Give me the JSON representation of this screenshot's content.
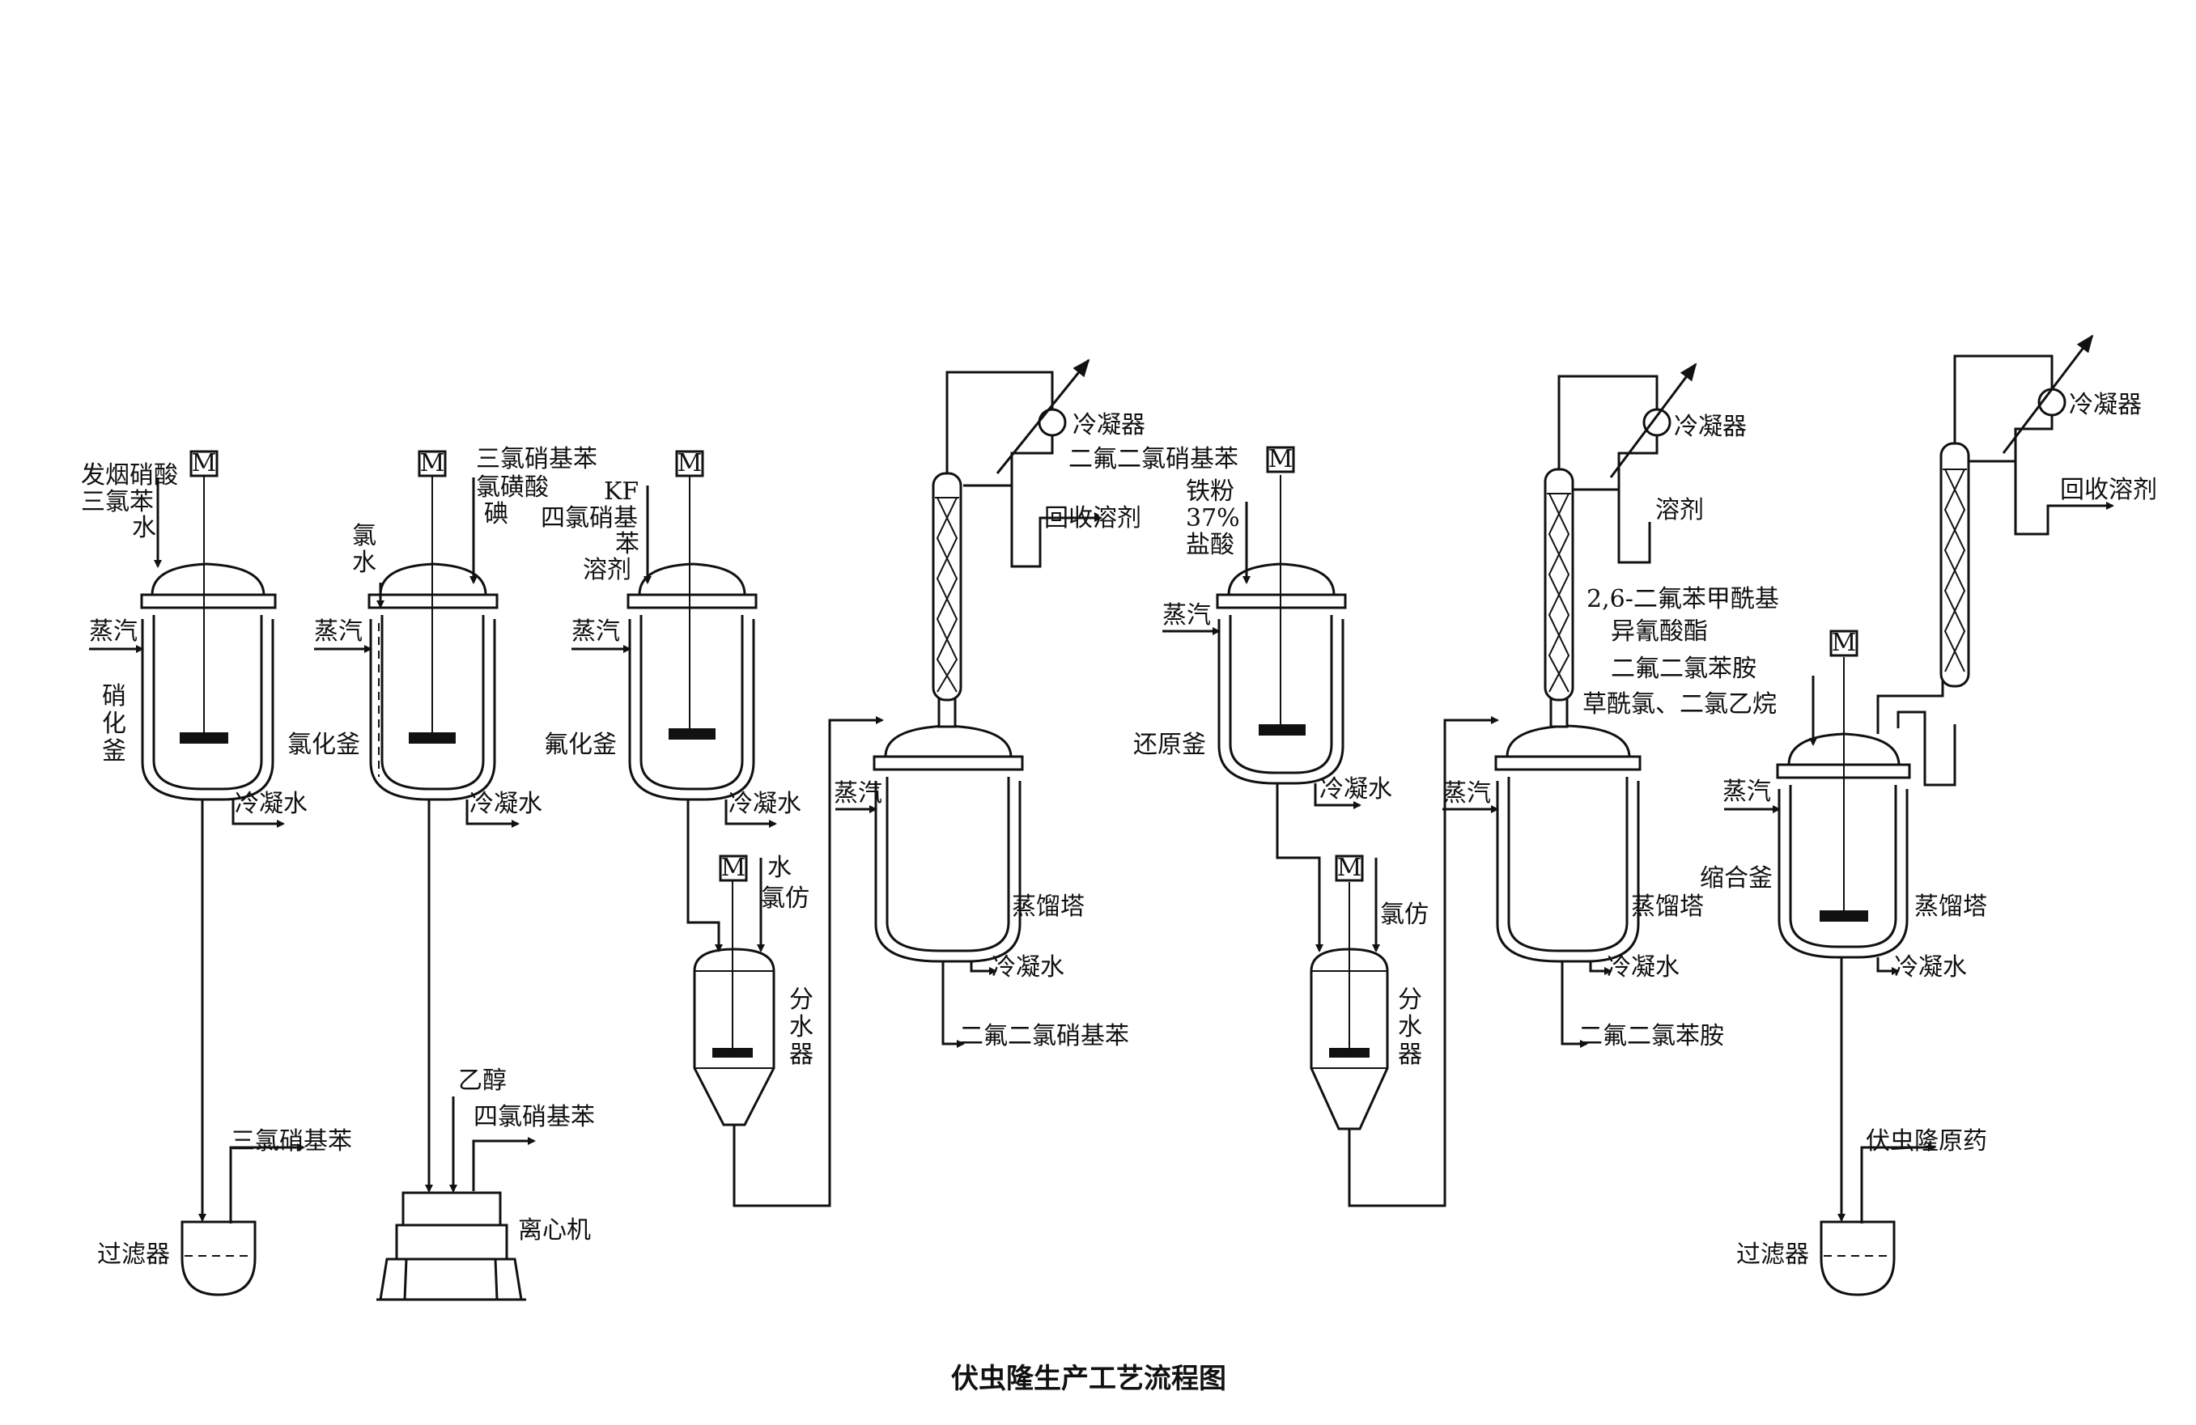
{
  "caption": "伏虫隆生产工艺流程图",
  "motor_label": "M",
  "r1": {
    "in_1": "发烟硝酸",
    "in_2": "三氯苯",
    "in_3": "水",
    "steam": "蒸汽",
    "name_1": "硝",
    "name_2": "化",
    "name_3": "釜",
    "cool": "冷凝水",
    "product": "三氯硝基苯",
    "filter": "过滤器"
  },
  "r2": {
    "in_1": "三氯硝基苯",
    "in_2": "氯磺酸",
    "in_3": "碘",
    "in_4": "氯",
    "in_5": "水",
    "steam": "蒸汽",
    "name": "氯化釜",
    "cool": "冷凝水",
    "in_6": "乙醇",
    "product": "四氯硝基苯",
    "centrifuge": "离心机"
  },
  "r3": {
    "in_1": "KF",
    "in_2": "四氯硝基",
    "in_3": "苯",
    "in_4": "溶剂",
    "steam": "蒸汽",
    "name": "氟化釜",
    "cool": "冷凝水"
  },
  "sep1": {
    "in_1": "水",
    "in_2": "氯仿",
    "name_1": "分",
    "name_2": "水",
    "name_3": "器"
  },
  "col1": {
    "condenser": "冷凝器",
    "recover": "回收溶剂",
    "steam": "蒸汽",
    "name": "蒸馏塔",
    "cool": "冷凝水",
    "product": "二氟二氯硝基苯"
  },
  "r4": {
    "in_1": "二氟二氯硝基苯",
    "in_2": "铁粉",
    "in_3": "37%",
    "in_4": "盐酸",
    "steam": "蒸汽",
    "name": "还原釜",
    "cool": "冷凝水"
  },
  "sep2": {
    "in_1": "氯仿",
    "name_1": "分",
    "name_2": "水",
    "name_3": "器"
  },
  "col2": {
    "condenser": "冷凝器",
    "solvent": "溶剂",
    "steam": "蒸汽",
    "name": "蒸馏塔",
    "cool": "冷凝水",
    "product": "二氟二氯苯胺"
  },
  "r5": {
    "in_1": "2,6-二氟苯甲酰基",
    "in_2": "异氰酸酯",
    "in_3": "二氟二氯苯胺",
    "in_4": "草酰氯、二氯乙烷",
    "steam": "蒸汽",
    "name": "缩合釜",
    "cool": "冷凝水"
  },
  "col3": {
    "condenser": "冷凝器",
    "recover": "回收溶剂",
    "name": "蒸馏塔",
    "cool": "冷凝水",
    "product": "伏虫隆原药",
    "filter": "过滤器"
  }
}
